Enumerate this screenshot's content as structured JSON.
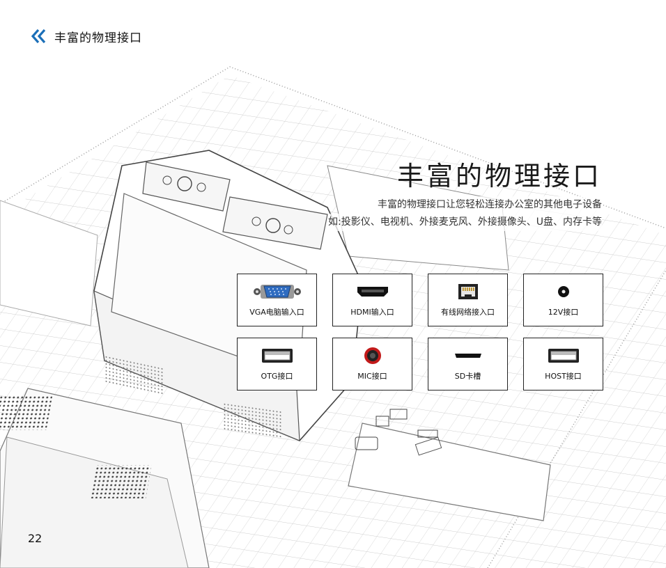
{
  "header": {
    "section_title": "丰富的物理接口",
    "icon": "double-chevron-left-icon",
    "accent": "#1b6fb8"
  },
  "hero": {
    "title": "丰富的物理接口",
    "desc_line1": "丰富的物理接口让您轻松连接办公室的其他电子设备",
    "desc_line2": "如:投影仪、电视机、外接麦克风、外接摄像头、U盘、内存卡等"
  },
  "ports": [
    {
      "label": "VGA电脑输入口",
      "icon": "vga-port-icon"
    },
    {
      "label": "HDMI输入口",
      "icon": "hdmi-port-icon"
    },
    {
      "label": "有线网络接入口",
      "icon": "ethernet-port-icon"
    },
    {
      "label": "12V接口",
      "icon": "dc-power-port-icon"
    },
    {
      "label": "OTG接口",
      "icon": "usb-otg-port-icon"
    },
    {
      "label": "MIC接口",
      "icon": "mic-port-icon"
    },
    {
      "label": "SD卡槽",
      "icon": "sd-slot-icon"
    },
    {
      "label": "HOST接口",
      "icon": "usb-host-port-icon"
    }
  ],
  "page_number": "22"
}
